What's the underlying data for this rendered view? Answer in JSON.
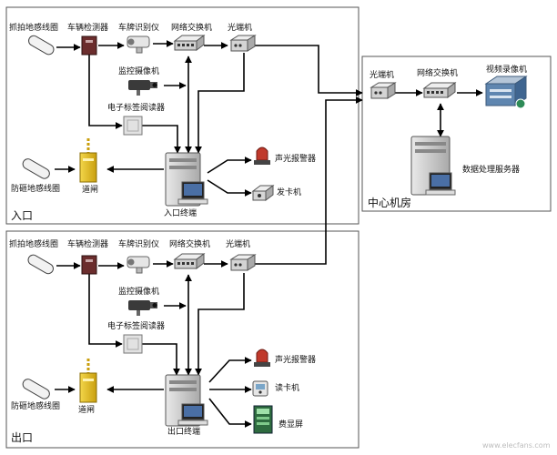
{
  "zones": {
    "entrance": "入口",
    "exit": "出口",
    "center": "中心机房"
  },
  "entrance": {
    "capture_loop": "抓拍地感线圈",
    "vehicle_detector": "车辆检测器",
    "plate_recognizer": "车牌识别仪",
    "network_switch": "网络交换机",
    "optical_transceiver": "光端机",
    "surveillance_camera": "监控摄像机",
    "rfid_reader": "电子标签阅读器",
    "anti_smash_loop": "防砸地感线圈",
    "barrier_gate": "道闸",
    "terminal": "入口终端",
    "alarm": "声光报警器",
    "card_dispenser": "发卡机"
  },
  "exit": {
    "capture_loop": "抓拍地感线圈",
    "vehicle_detector": "车辆检测器",
    "plate_recognizer": "车牌识别仪",
    "network_switch": "网络交换机",
    "optical_transceiver": "光端机",
    "surveillance_camera": "监控摄像机",
    "rfid_reader": "电子标签阅读器",
    "anti_smash_loop": "防砸地感线圈",
    "barrier_gate": "道闸",
    "terminal": "出口终端",
    "alarm": "声光报警器",
    "card_reader": "读卡机",
    "fee_display": "费显屏"
  },
  "center": {
    "optical_transceiver": "光端机",
    "network_switch": "网络交换机",
    "video_recorder": "视频录像机",
    "data_server": "数据处理服务器"
  },
  "watermark": "www.elecfans.com",
  "colors": {
    "line": "#000000",
    "border": "#555555",
    "device_gray": "#cfcfcf",
    "detector": "#6b2d2d",
    "gate_yellow": "#e8c21a",
    "alarm_red": "#c0392b",
    "display_green": "#2e6b3f",
    "recorder_blue": "#5f86b0"
  }
}
